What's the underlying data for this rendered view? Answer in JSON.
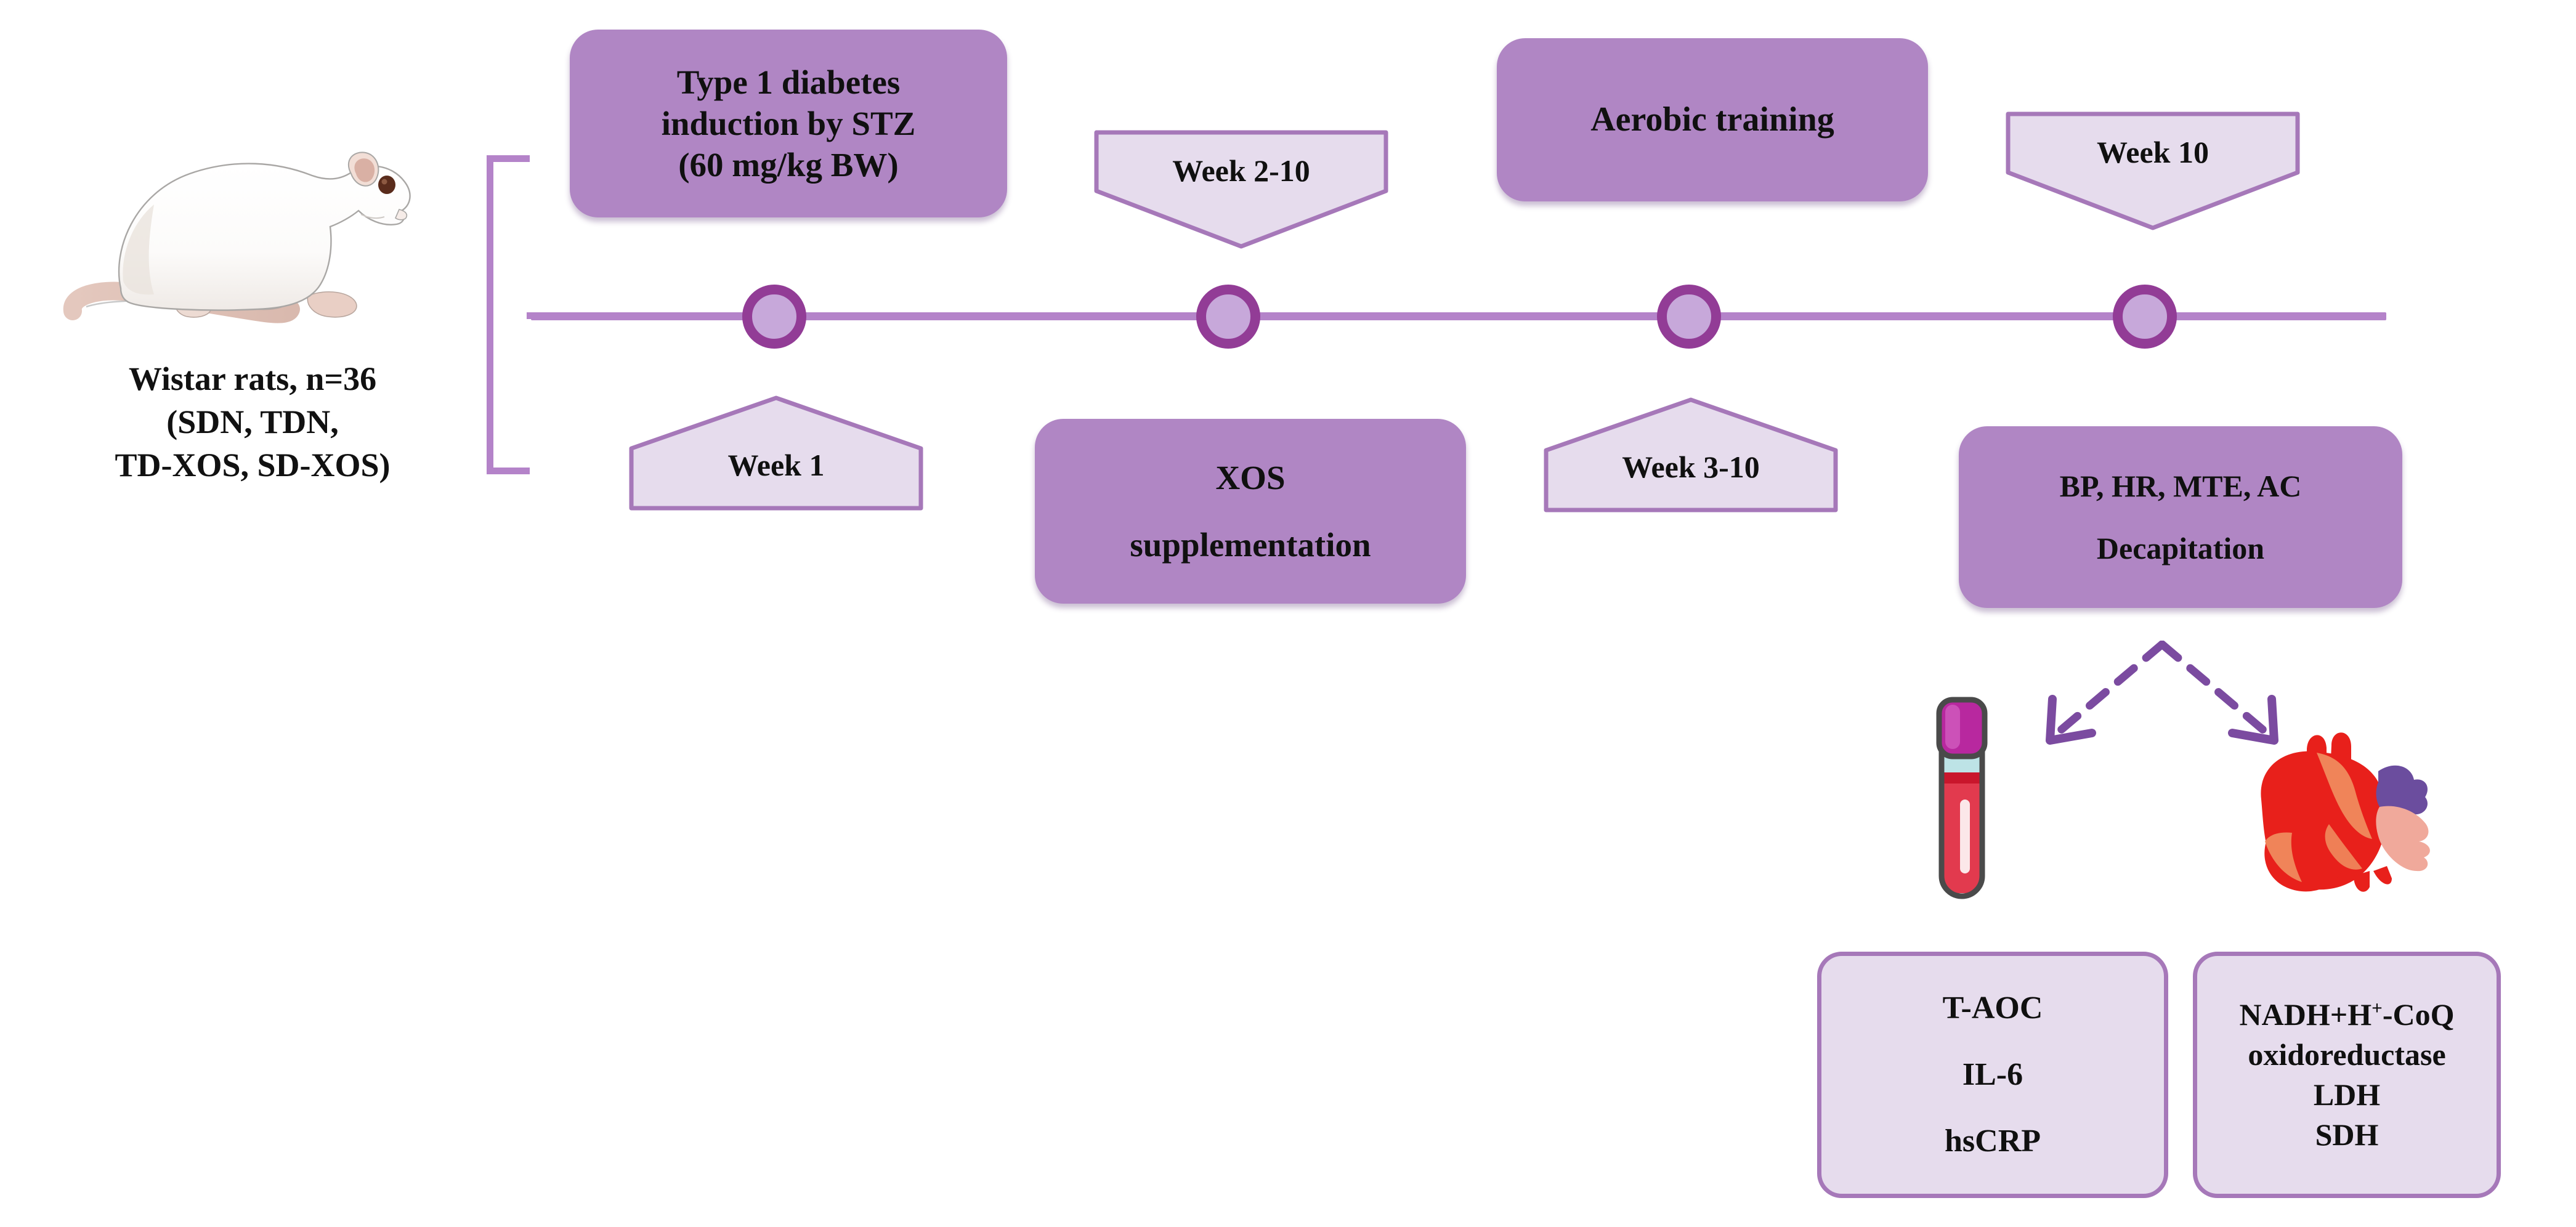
{
  "subjects": {
    "icon": "white-rat-illustration",
    "line1": "Wistar rats, n=36",
    "line2": "(SDN, TDN,",
    "line3": "TD-XOS, SD-XOS)"
  },
  "timeline": {
    "nodes": [
      "week-1-node",
      "week-2-10-node",
      "week-3-10-node",
      "week-10-node"
    ],
    "axis_color": "#b483c9",
    "node_fill": "#c7a8da",
    "node_border": "#923c96"
  },
  "flags": {
    "week1": "Week 1",
    "week2_10": "Week 2-10",
    "week3_10": "Week 3-10",
    "week10": "Week 10"
  },
  "boxes": {
    "stz": {
      "line1": "Type 1 diabetes",
      "line2": "induction by STZ",
      "line3": "(60 mg/kg BW)"
    },
    "aerobic": {
      "line1": "Aerobic training"
    },
    "xos": {
      "line1": "XOS",
      "line2": "supplementation"
    },
    "endpoints": {
      "line1": "BP, HR, MTE, AC",
      "line2": "Decapitation"
    },
    "blood_assays": {
      "line1": "T-AOC",
      "line2": "IL-6",
      "line3": "hsCRP"
    },
    "heart_assays": {
      "line1_prefix": "NADH+H",
      "line1_sup": "+",
      "line1_suffix": "-CoQ",
      "line2": "oxidoreductase",
      "line3": "LDH",
      "line4": "SDH"
    }
  },
  "icons": {
    "blood_tube": "blood-collection-tube-icon",
    "heart": "anatomical-heart-icon",
    "arrows": "dashed-split-arrows-icon"
  },
  "colors": {
    "dark_purple_fill": "#b086c4",
    "light_purple_fill": "#e6dced",
    "purple_stroke": "#a678b9",
    "node_ring": "#923c96",
    "arrow_purple": "#7b4ba0",
    "blood_red": "#e23a4e",
    "heart_red": "#e8201b"
  }
}
